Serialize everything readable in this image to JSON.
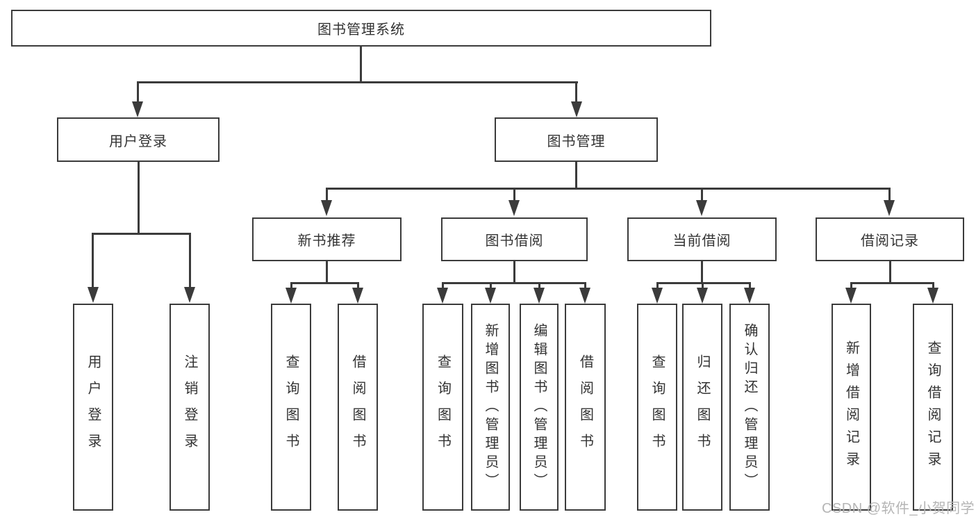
{
  "colors": {
    "line": "#3b3b3b",
    "text": "#333333",
    "background": "#ffffff",
    "watermark_text_color": "#b5b5b5"
  },
  "watermark": {
    "text": "CSDN @软件_小贺同学"
  },
  "diagram": {
    "root": {
      "label": "图书管理系统"
    },
    "level1": [
      {
        "label": "用户登录"
      },
      {
        "label": "图书管理"
      }
    ],
    "level2": [
      {
        "label": "新书推荐"
      },
      {
        "label": "图书借阅"
      },
      {
        "label": "当前借阅"
      },
      {
        "label": "借阅记录"
      }
    ],
    "leaves": [
      {
        "label": "用户登录"
      },
      {
        "label": "注销登录"
      },
      {
        "label": "查询图书"
      },
      {
        "label": "借阅图书"
      },
      {
        "label": "查询图书"
      },
      {
        "label": "新增图书（管理员）"
      },
      {
        "label": "编辑图书（管理员）"
      },
      {
        "label": "借阅图书"
      },
      {
        "label": "查询图书"
      },
      {
        "label": "归还图书"
      },
      {
        "label": "确认归还（管理员）"
      },
      {
        "label": "新增借阅记录"
      },
      {
        "label": "查询借阅记录"
      }
    ]
  }
}
